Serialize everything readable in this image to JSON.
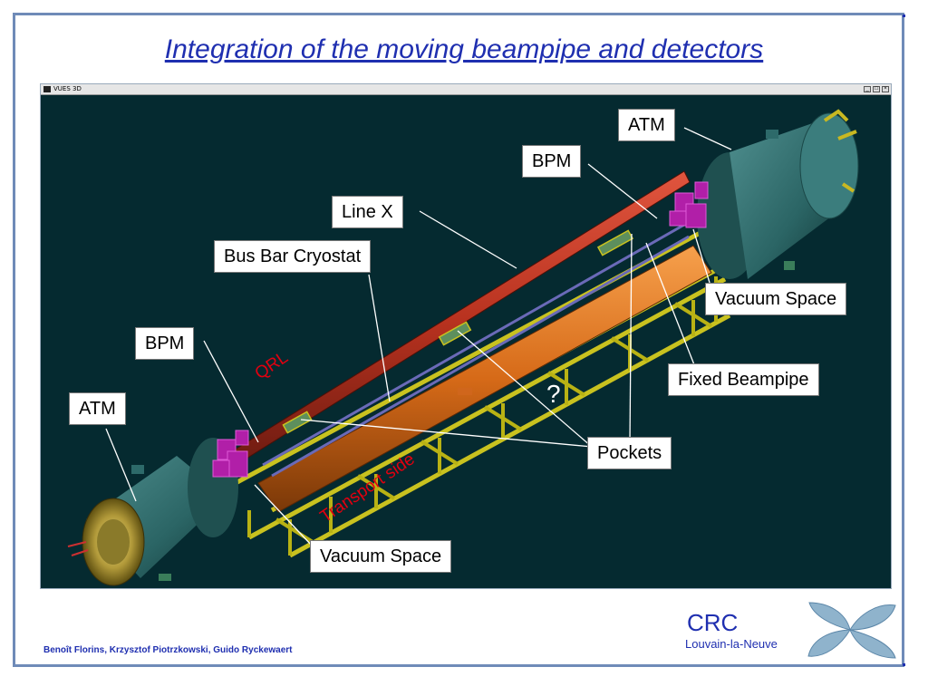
{
  "slide": {
    "title": "Integration of the moving beampipe and detectors",
    "footer_authors": "Benoît Florins, Krzysztof Piotrzkowski, Guido Ryckewaert",
    "org_name": "CRC",
    "org_location": "Louvain-la-Neuve"
  },
  "cad_window": {
    "title": "VUES 3D"
  },
  "labels": {
    "atm_top": "ATM",
    "bpm_top": "BPM",
    "line_x": "Line X",
    "bus_bar": "Bus Bar Cryostat",
    "vacuum_right": "Vacuum Space",
    "bpm_left": "BPM",
    "fixed_beampipe": "Fixed Beampipe",
    "atm_left": "ATM",
    "pockets": "Pockets",
    "vacuum_bottom": "Vacuum Space",
    "question": "?"
  },
  "annotations": {
    "qrl": "QRL",
    "transport_side": "Transport side"
  },
  "colors": {
    "frame": "#6f8bb8",
    "title": "#1f2fb0",
    "cad_background": "#052a30",
    "annotation_red": "#e10010"
  }
}
